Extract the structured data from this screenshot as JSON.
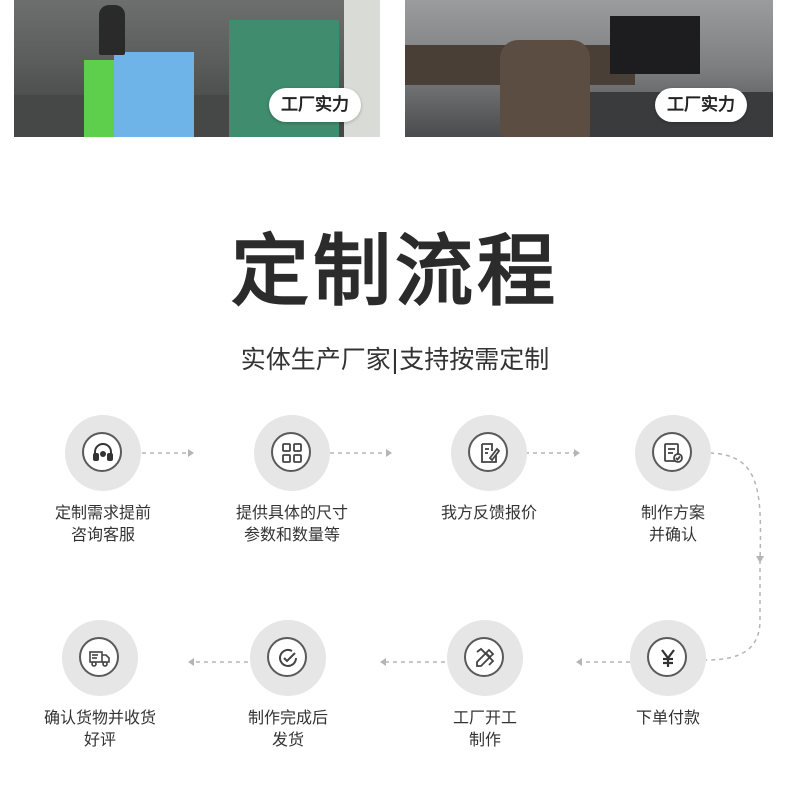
{
  "photos": {
    "left_badge": "工厂实力",
    "right_badge": "工厂实力"
  },
  "title": "定制流程",
  "subtitle": "实体生产厂家|支持按需定制",
  "steps": [
    {
      "icon": "headset-icon",
      "line1": "定制需求提前",
      "line2": "咨询客服"
    },
    {
      "icon": "grid-icon",
      "line1": "提供具体的尺寸",
      "line2": "参数和数量等"
    },
    {
      "icon": "edit-document-icon",
      "line1": "我方反馈报价",
      "line2": ""
    },
    {
      "icon": "checked-document-icon",
      "line1": "制作方案",
      "line2": "并确认"
    },
    {
      "icon": "yen-icon",
      "line1": "下单付款",
      "line2": ""
    },
    {
      "icon": "pencil-ruler-icon",
      "line1": "工厂开工",
      "line2": "制作"
    },
    {
      "icon": "checkmark-icon",
      "line1": "制作完成后",
      "line2": "发货"
    },
    {
      "icon": "delivery-truck-icon",
      "line1": "确认货物并收货",
      "line2": "好评"
    }
  ],
  "colors": {
    "circle_bg": "#e6e6e6",
    "icon_stroke": "#5a5a5a",
    "connector": "#b5b5b5",
    "text": "#333333"
  }
}
